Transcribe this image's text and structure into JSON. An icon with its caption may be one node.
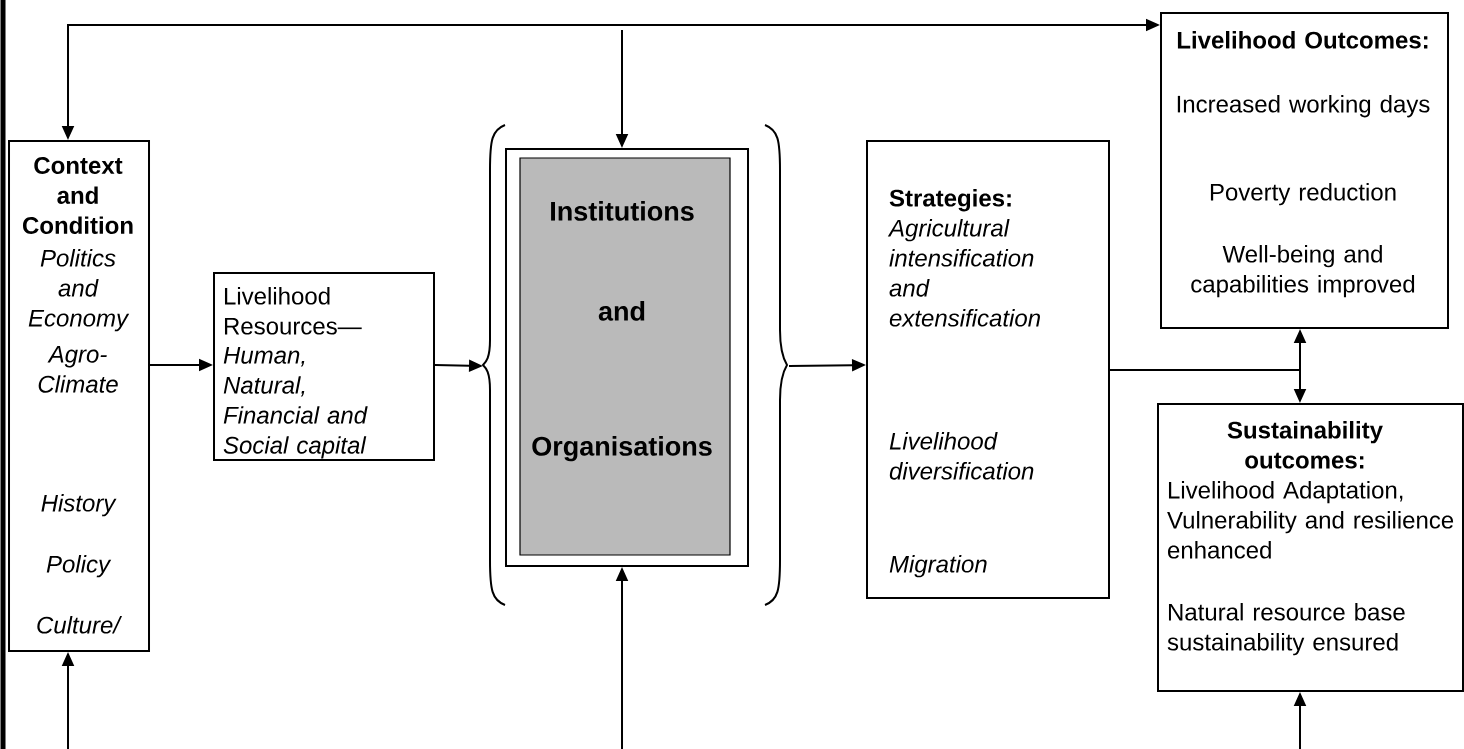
{
  "diagram": {
    "nodes": [
      {
        "text": [
          "Context and Condition",
          "Politics and Economy",
          "Agro-Climate",
          "History",
          "Policy",
          "Culture/"
        ]
      },
      {
        "text": [
          "Livelihood Resources—",
          "Human, Natural, Financial and Social capital"
        ]
      },
      {
        "text": [],
        "shape": "brace"
      },
      {
        "text": [
          "Institutions",
          "and",
          "Organisations"
        ],
        "in": 2
      },
      {
        "text": [
          "Strategies:",
          "Agricultural intensification and extensification",
          "Livelihood diversification",
          "Migration"
        ]
      },
      {
        "text": [
          "Livelihood Outcomes:",
          "Increased working days",
          "Poverty reduction",
          "Well-being and capabilities improved"
        ]
      },
      {
        "text": [
          "Sustainability outcomes:",
          "Livelihood Adaptation, Vulnerability and resilience enhanced",
          "Natural resource base sustainability ensured"
        ]
      }
    ],
    "edges": [
      {
        "from": 0,
        "to": 5,
        "arrow": "both"
      },
      {
        "from": null,
        "to": 3,
        "arrow": "to"
      },
      {
        "from": 0,
        "to": 1,
        "arrow": "to"
      },
      {
        "from": 1,
        "to": 2,
        "arrow": "to"
      },
      {
        "from": 2,
        "to": 4,
        "arrow": "to"
      },
      {
        "from": 4,
        "to": 5,
        "arrow": "to"
      },
      {
        "from": 4,
        "to": 6,
        "arrow": "to"
      },
      {
        "from": null,
        "to": 0,
        "arrow": "to"
      },
      {
        "from": null,
        "to": 3,
        "arrow": "to"
      },
      {
        "from": null,
        "to": 6,
        "arrow": "to"
      }
    ]
  }
}
